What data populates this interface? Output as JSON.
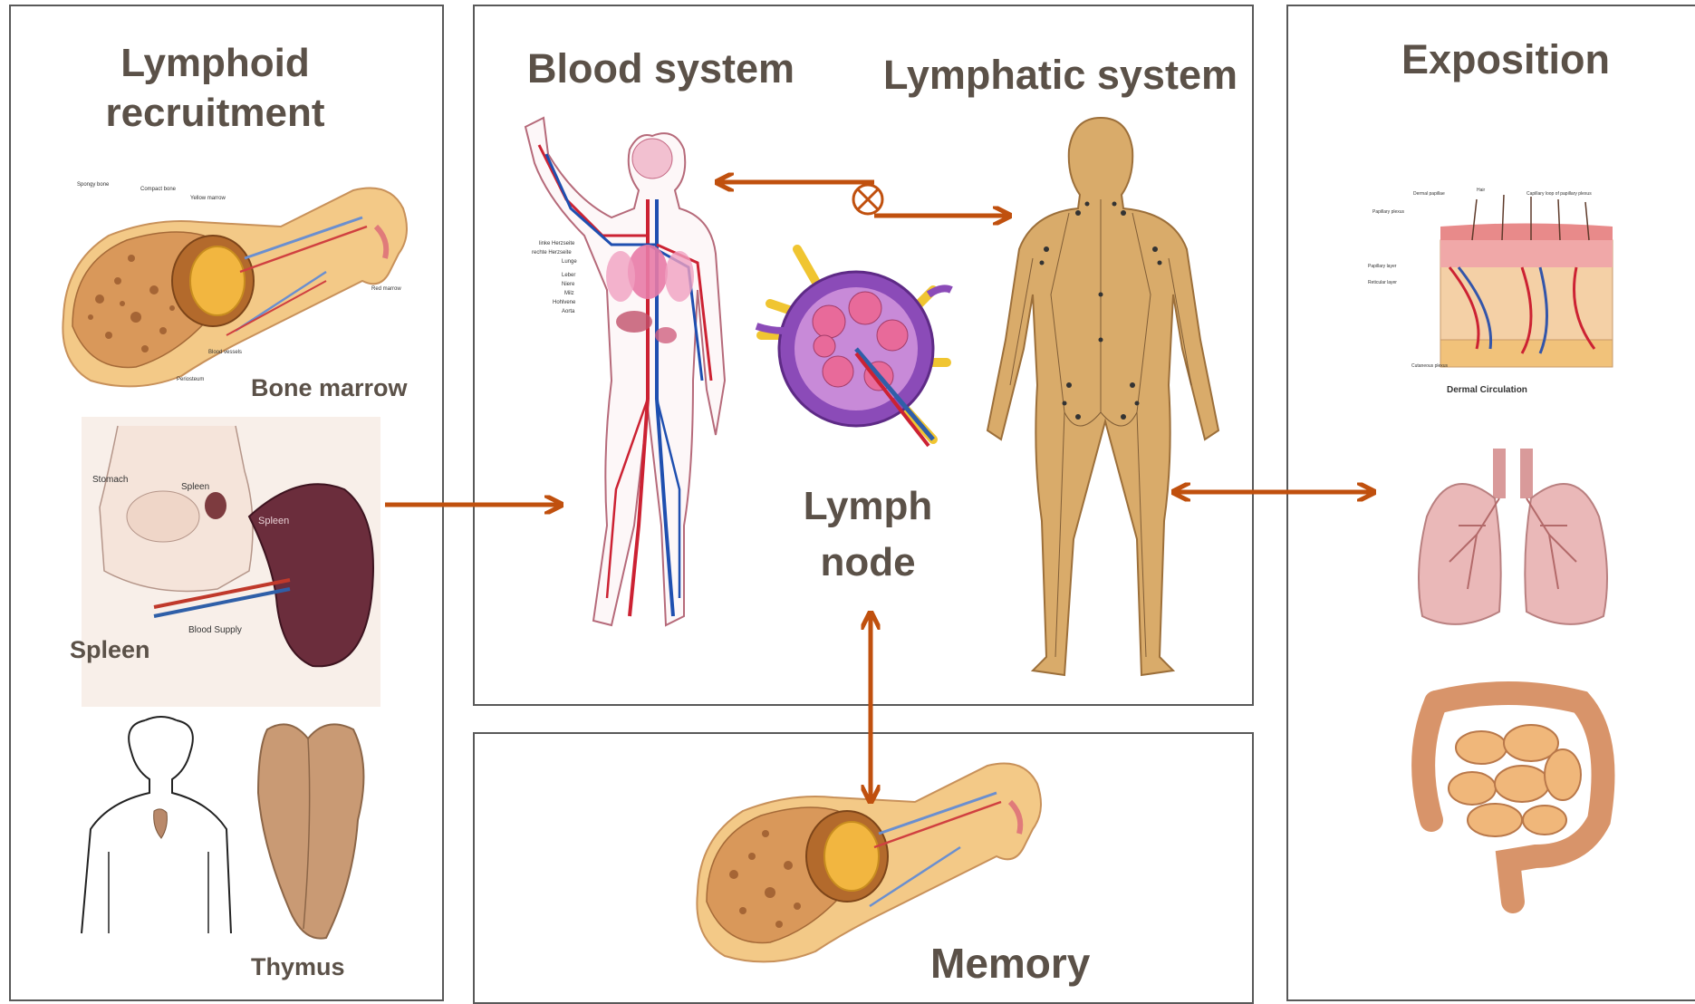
{
  "panels": {
    "lymphoid": {
      "title_line1": "Lymphoid",
      "title_line2": "recruitment",
      "bone_marrow_label": "Bone marrow",
      "spleen_label": "Spleen",
      "thymus_label": "Thymus",
      "bone_annotations": [
        "Spongy bone",
        "Compact bone",
        "Yellow marrow",
        "Red marrow",
        "Blood vessels",
        "Periosteum"
      ],
      "spleen_annotations": [
        "Stomach",
        "Spleen",
        "Spleen",
        "Blood Supply"
      ]
    },
    "center": {
      "blood_title": "Blood system",
      "lymphatic_title": "Lymphatic system",
      "lymph_node_line1": "Lymph",
      "lymph_node_line2": "node",
      "blood_annotations": [
        "linke Herzseite",
        "rechte Herzseite",
        "Lunge",
        "Leber",
        "Niere",
        "Milz",
        "Hohlvene",
        "Aorta"
      ]
    },
    "memory": {
      "title": "Memory"
    },
    "exposition": {
      "title": "Exposition",
      "skin_caption": "Dermal Circulation",
      "skin_annotations": [
        "Dermal papillae",
        "Hair",
        "Capillary loop of papillary plexus",
        "Papillary plexus",
        "Papillary layer",
        "Reticular layer",
        "Cutaneous plexus"
      ]
    }
  },
  "colors": {
    "arrow": "#c0500e",
    "border": "#595959",
    "title_text": "#5b5148"
  }
}
